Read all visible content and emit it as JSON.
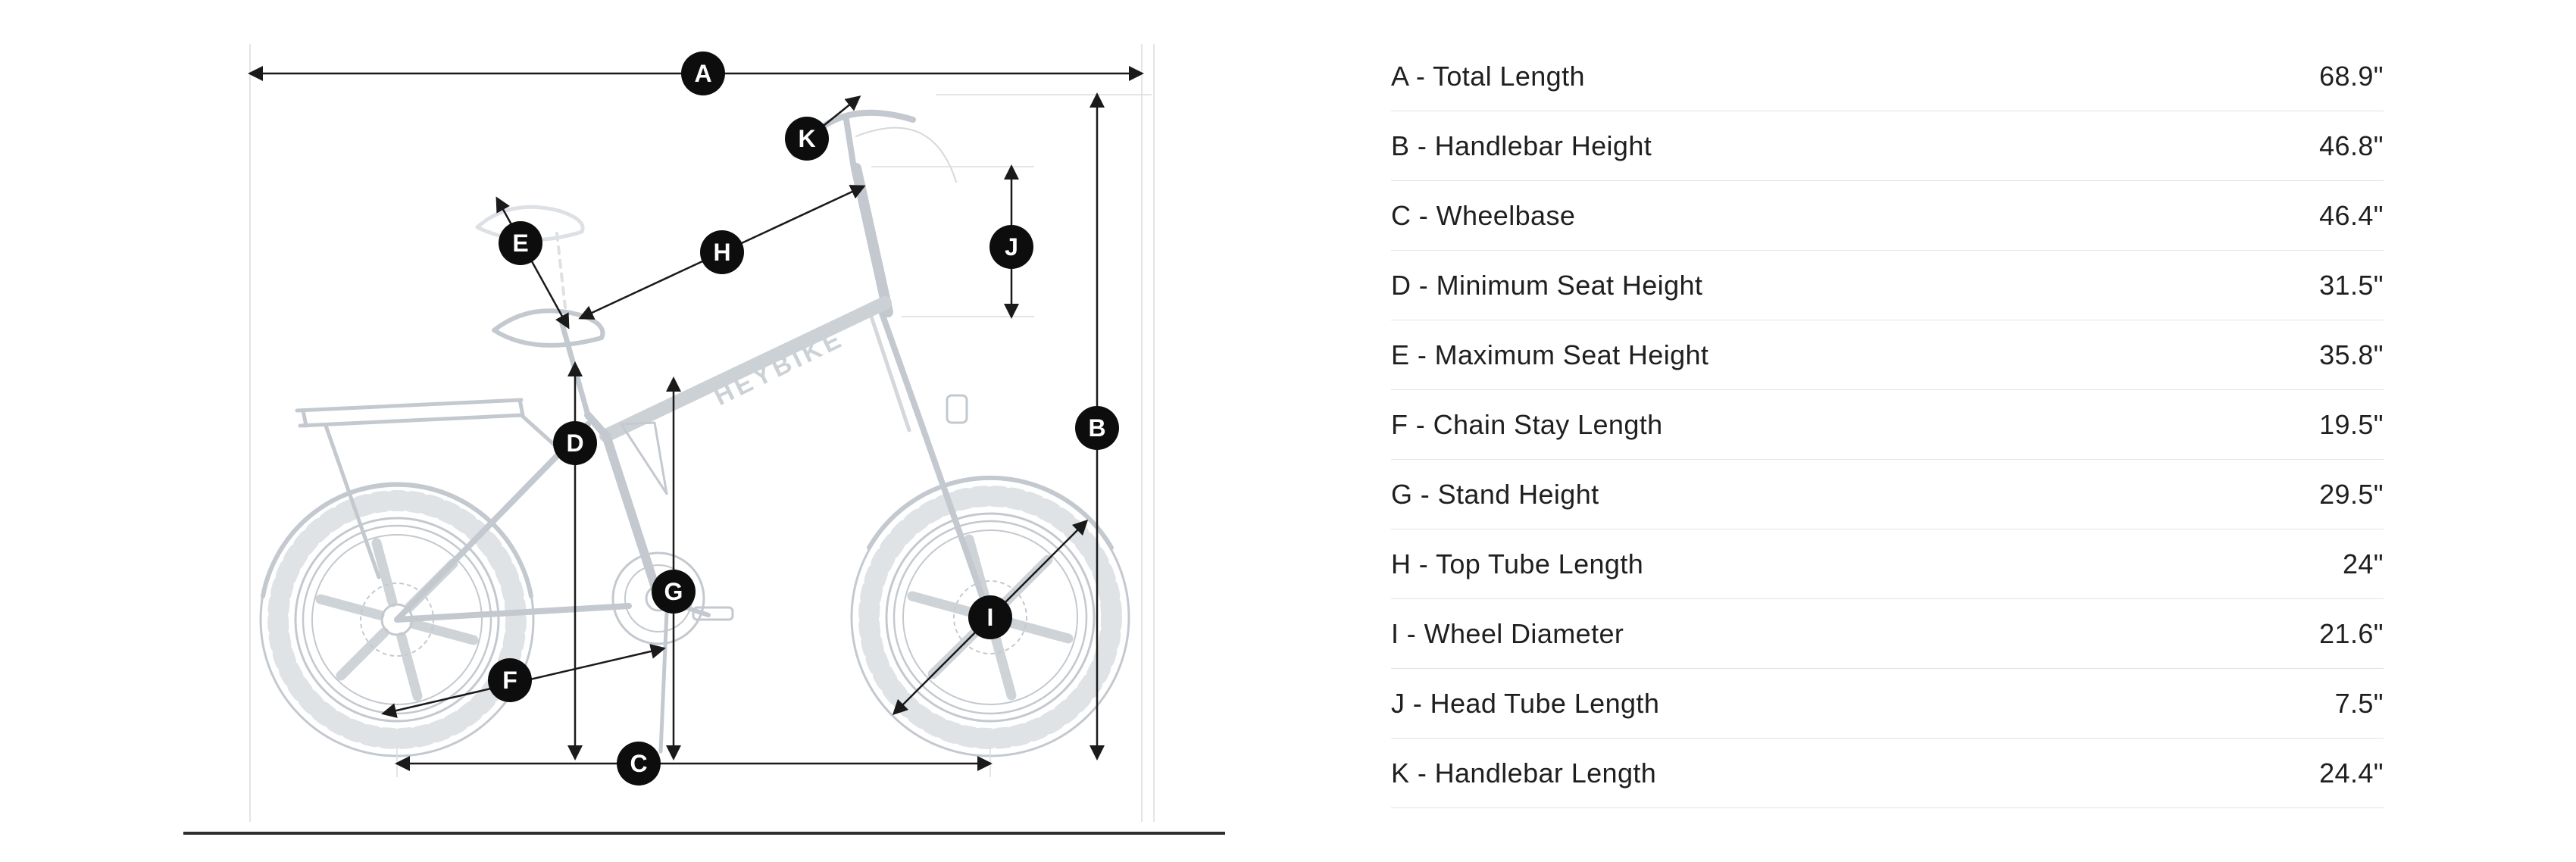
{
  "diagram": {
    "brand": "HEYBIKE",
    "letters": [
      "A",
      "B",
      "C",
      "D",
      "E",
      "F",
      "G",
      "H",
      "I",
      "J",
      "K"
    ]
  },
  "specs": {
    "rows": [
      {
        "label": "A - Total Length",
        "value": "68.9\""
      },
      {
        "label": "B - Handlebar Height",
        "value": "46.8\""
      },
      {
        "label": "C - Wheelbase",
        "value": "46.4\""
      },
      {
        "label": "D - Minimum Seat Height",
        "value": "31.5\""
      },
      {
        "label": "E - Maximum Seat Height",
        "value": "35.8\""
      },
      {
        "label": "F - Chain Stay Length",
        "value": "19.5\""
      },
      {
        "label": "G - Stand Height",
        "value": "29.5\""
      },
      {
        "label": "H - Top Tube Length",
        "value": "24\""
      },
      {
        "label": "I - Wheel Diameter",
        "value": "21.6\""
      },
      {
        "label": "J -  Head Tube Length",
        "value": "7.5\""
      },
      {
        "label": "K - Handlebar Length",
        "value": "24.4\""
      }
    ]
  }
}
